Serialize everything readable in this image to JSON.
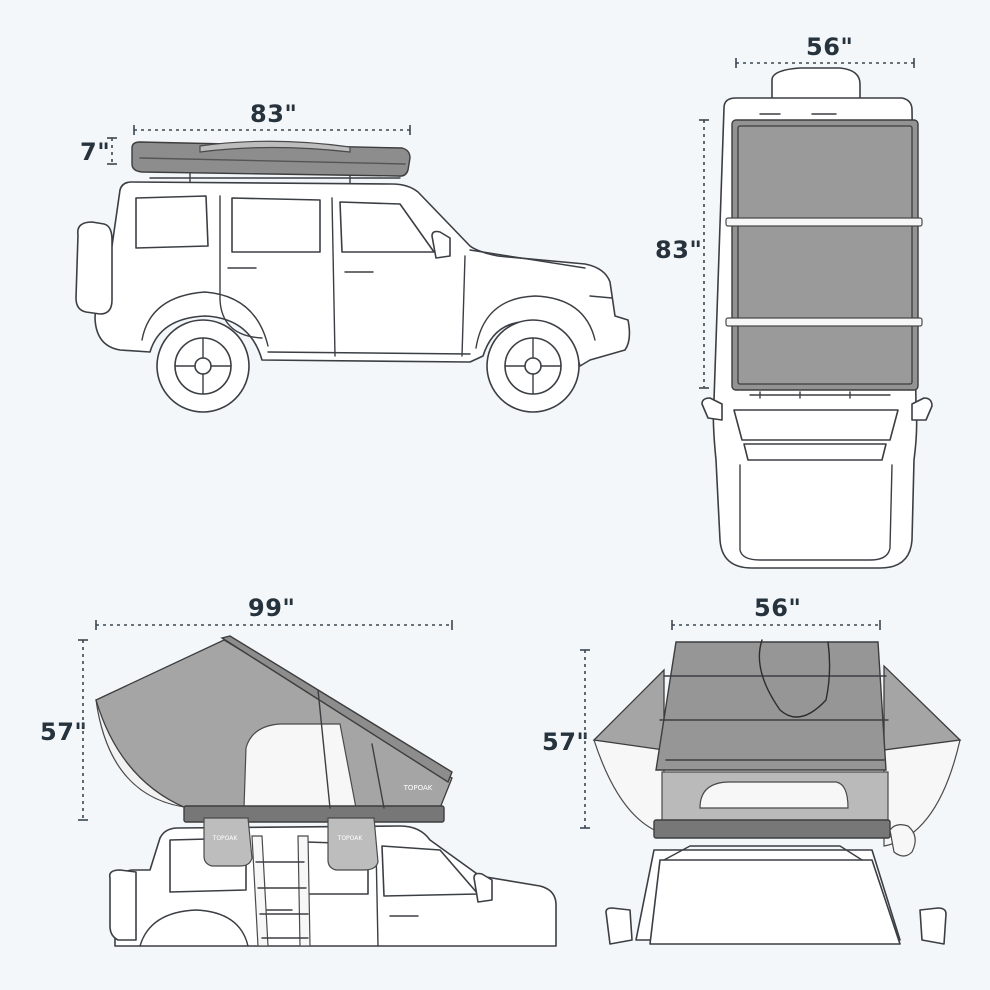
{
  "panels": {
    "side_closed": {
      "length_label": "83\"",
      "height_label": "7\""
    },
    "top_closed": {
      "width_label": "56\"",
      "length_label": "83\""
    },
    "side_open": {
      "length_label": "99\"",
      "height_label": "57\""
    },
    "rear_open": {
      "width_label": "56\"",
      "height_label": "57\""
    }
  },
  "brand": {
    "logo_text": "TOPOAK"
  },
  "colors": {
    "background": "#f3f7fa",
    "label": "#26323c",
    "tent_shell": "#8d8d8d",
    "tent_fabric": "#a5a5a5",
    "outline": "#3b3f44"
  }
}
